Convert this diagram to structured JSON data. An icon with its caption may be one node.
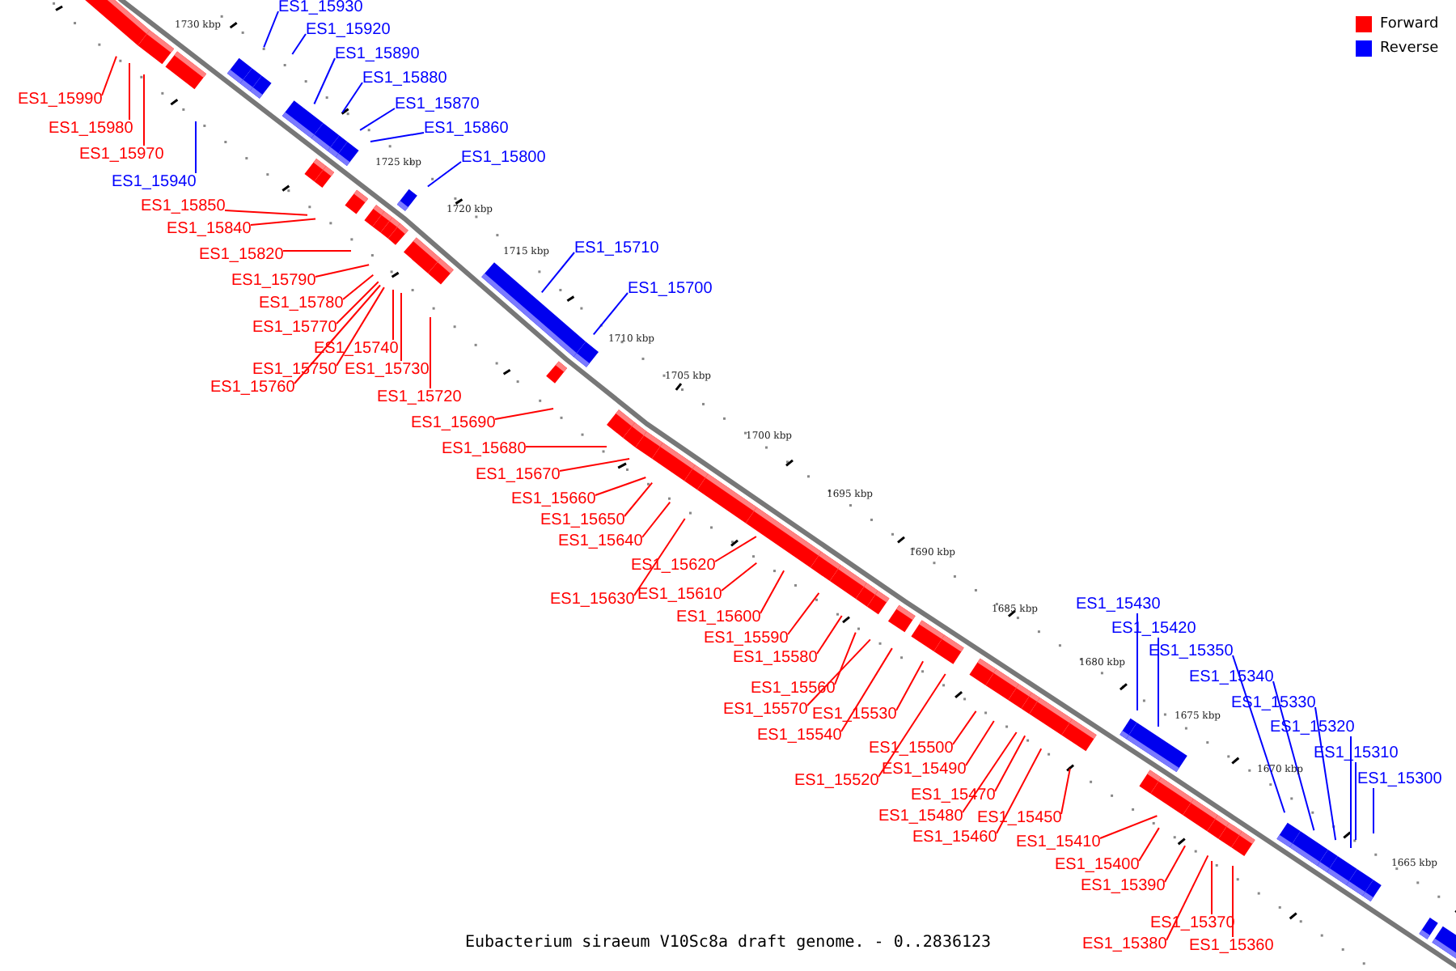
{
  "diagram": {
    "caption": "Eubacterium siraeum V10Sc8a draft genome. - 0..2836123",
    "nodes": [
      {
        "text": [
          "ES1_15990"
        ]
      },
      {
        "text": [
          "ES1_15980"
        ]
      },
      {
        "text": [
          "ES1_15970"
        ]
      },
      {
        "text": [
          "ES1_15940"
        ]
      },
      {
        "text": [
          "ES1_15850"
        ]
      },
      {
        "text": [
          "ES1_15840"
        ]
      },
      {
        "text": [
          "ES1_15820"
        ]
      },
      {
        "text": [
          "ES1_15790"
        ]
      },
      {
        "text": [
          "ES1_15780"
        ]
      },
      {
        "text": [
          "ES1_15770"
        ]
      },
      {
        "text": [
          "ES1_15740"
        ]
      },
      {
        "text": [
          "ES1_15750"
        ]
      },
      {
        "text": [
          "ES1_15730"
        ]
      },
      {
        "text": [
          "ES1_15760"
        ]
      },
      {
        "text": [
          "ES1_15720"
        ]
      },
      {
        "text": [
          "ES1_15690"
        ]
      },
      {
        "text": [
          "ES1_15680"
        ]
      },
      {
        "text": [
          "ES1_15670"
        ]
      },
      {
        "text": [
          "ES1_15660"
        ]
      },
      {
        "text": [
          "ES1_15650"
        ]
      },
      {
        "text": [
          "ES1_15640"
        ]
      },
      {
        "text": [
          "ES1_15620"
        ]
      },
      {
        "text": [
          "ES1_15630"
        ]
      },
      {
        "text": [
          "ES1_15610"
        ]
      },
      {
        "text": [
          "ES1_15600"
        ]
      },
      {
        "text": [
          "ES1_15590"
        ]
      },
      {
        "text": [
          "ES1_15580"
        ]
      },
      {
        "text": [
          "ES1_15560"
        ]
      },
      {
        "text": [
          "ES1_15570"
        ]
      },
      {
        "text": [
          "ES1_15530"
        ]
      },
      {
        "text": [
          "ES1_15540"
        ]
      },
      {
        "text": [
          "ES1_15500"
        ]
      },
      {
        "text": [
          "ES1_15490"
        ]
      },
      {
        "text": [
          "ES1_15520"
        ]
      },
      {
        "text": [
          "ES1_15470"
        ]
      },
      {
        "text": [
          "ES1_15480"
        ]
      },
      {
        "text": [
          "ES1_15450"
        ]
      },
      {
        "text": [
          "ES1_15460"
        ]
      },
      {
        "text": [
          "ES1_15410"
        ]
      },
      {
        "text": [
          "ES1_15400"
        ]
      },
      {
        "text": [
          "ES1_15390"
        ]
      },
      {
        "text": [
          "ES1_15370"
        ]
      },
      {
        "text": [
          "ES1_15380"
        ]
      },
      {
        "text": [
          "ES1_15360"
        ]
      },
      {
        "text": [
          "ES1_15930"
        ]
      },
      {
        "text": [
          "ES1_15920"
        ]
      },
      {
        "text": [
          "ES1_15890"
        ]
      },
      {
        "text": [
          "ES1_15880"
        ]
      },
      {
        "text": [
          "ES1_15870"
        ]
      },
      {
        "text": [
          "ES1_15860"
        ]
      },
      {
        "text": [
          "ES1_15800"
        ]
      },
      {
        "text": [
          "ES1_15710"
        ]
      },
      {
        "text": [
          "ES1_15700"
        ]
      },
      {
        "text": [
          "ES1_15430"
        ]
      },
      {
        "text": [
          "ES1_15420"
        ]
      },
      {
        "text": [
          "ES1_15350"
        ]
      },
      {
        "text": [
          "ES1_15340"
        ]
      },
      {
        "text": [
          "ES1_15330"
        ]
      },
      {
        "text": [
          "ES1_15320"
        ]
      },
      {
        "text": [
          "ES1_15310"
        ]
      },
      {
        "text": [
          "ES1_15300"
        ]
      }
    ],
    "edges": [
      {
        "from": 0,
        "to": null,
        "arrow": "none"
      },
      {
        "from": 1,
        "to": null,
        "arrow": "none"
      },
      {
        "from": 2,
        "to": null,
        "arrow": "none"
      },
      {
        "from": 3,
        "to": null,
        "arrow": "none",
        "color": "#0000ff"
      },
      {
        "from": 4,
        "to": null,
        "arrow": "none"
      },
      {
        "from": 5,
        "to": null,
        "arrow": "none"
      },
      {
        "from": 6,
        "to": null,
        "arrow": "none"
      },
      {
        "from": 7,
        "to": null,
        "arrow": "none"
      },
      {
        "from": 8,
        "to": null,
        "arrow": "none"
      },
      {
        "from": 9,
        "to": null,
        "arrow": "none"
      },
      {
        "from": 10,
        "to": null,
        "arrow": "none"
      },
      {
        "from": 11,
        "to": null,
        "arrow": "none"
      },
      {
        "from": 12,
        "to": null,
        "arrow": "none"
      },
      {
        "from": 13,
        "to": null,
        "arrow": "none"
      },
      {
        "from": 14,
        "to": null,
        "arrow": "none"
      },
      {
        "from": 15,
        "to": null,
        "arrow": "none"
      },
      {
        "from": 16,
        "to": null,
        "arrow": "none"
      },
      {
        "from": 17,
        "to": null,
        "arrow": "none"
      },
      {
        "from": 18,
        "to": null,
        "arrow": "none"
      },
      {
        "from": 19,
        "to": null,
        "arrow": "none"
      },
      {
        "from": 20,
        "to": null,
        "arrow": "none"
      },
      {
        "from": 21,
        "to": null,
        "arrow": "none"
      },
      {
        "from": 22,
        "to": null,
        "arrow": "none"
      },
      {
        "from": 23,
        "to": null,
        "arrow": "none"
      },
      {
        "from": 24,
        "to": null,
        "arrow": "none"
      },
      {
        "from": 25,
        "to": null,
        "arrow": "none"
      },
      {
        "from": 26,
        "to": null,
        "arrow": "none"
      },
      {
        "from": 27,
        "to": null,
        "arrow": "none"
      },
      {
        "from": 28,
        "to": null,
        "arrow": "none"
      },
      {
        "from": 29,
        "to": null,
        "arrow": "none"
      },
      {
        "from": 30,
        "to": null,
        "arrow": "none"
      },
      {
        "from": 31,
        "to": null,
        "arrow": "none"
      },
      {
        "from": 32,
        "to": null,
        "arrow": "none"
      },
      {
        "from": 33,
        "to": null,
        "arrow": "none"
      },
      {
        "from": 34,
        "to": null,
        "arrow": "none"
      },
      {
        "from": 35,
        "to": null,
        "arrow": "none"
      },
      {
        "from": 36,
        "to": null,
        "arrow": "none"
      },
      {
        "from": 37,
        "to": null,
        "arrow": "none"
      },
      {
        "from": 38,
        "to": null,
        "arrow": "none"
      },
      {
        "from": 39,
        "to": null,
        "arrow": "none"
      },
      {
        "from": 40,
        "to": null,
        "arrow": "none"
      },
      {
        "from": 41,
        "to": null,
        "arrow": "none"
      },
      {
        "from": 42,
        "to": null,
        "arrow": "none"
      },
      {
        "from": 43,
        "to": null,
        "arrow": "none"
      },
      {
        "from": 44,
        "to": null,
        "arrow": "none",
        "color": "#0000ff"
      },
      {
        "from": 45,
        "to": null,
        "arrow": "none",
        "color": "#0000ff"
      },
      {
        "from": 46,
        "to": null,
        "arrow": "none",
        "color": "#0000ff"
      },
      {
        "from": 47,
        "to": null,
        "arrow": "none",
        "color": "#0000ff"
      },
      {
        "from": 48,
        "to": null,
        "arrow": "none",
        "color": "#0000ff"
      },
      {
        "from": 49,
        "to": null,
        "arrow": "none",
        "color": "#0000ff"
      },
      {
        "from": 50,
        "to": null,
        "arrow": "none",
        "color": "#0000ff"
      },
      {
        "from": 51,
        "to": null,
        "arrow": "none",
        "color": "#0000ff"
      },
      {
        "from": 52,
        "to": null,
        "arrow": "none",
        "color": "#0000ff"
      },
      {
        "from": 53,
        "to": null,
        "arrow": "none",
        "color": "#0000ff"
      },
      {
        "from": 54,
        "to": null,
        "arrow": "none",
        "color": "#0000ff"
      },
      {
        "from": 55,
        "to": null,
        "arrow": "none",
        "color": "#0000ff"
      },
      {
        "from": 56,
        "to": null,
        "arrow": "none",
        "color": "#0000ff"
      },
      {
        "from": 57,
        "to": null,
        "arrow": "none",
        "color": "#0000ff"
      },
      {
        "from": 58,
        "to": null,
        "arrow": "none",
        "color": "#0000ff"
      },
      {
        "from": 59,
        "to": null,
        "arrow": "none",
        "color": "#0000ff"
      },
      {
        "from": 60,
        "to": null,
        "arrow": "none",
        "color": "#0000ff"
      }
    ],
    "labels": [
      "1730 kbp",
      "1725 kbp",
      "1720 kbp",
      "1715 kbp",
      "1710 kbp",
      "1705 kbp",
      "1700 kbp",
      "1695 kbp",
      "1690 kbp",
      "1685 kbp",
      "1680 kbp",
      "1675 kbp",
      "1670 kbp",
      "1665 kbp"
    ],
    "legend": [
      {
        "text": "Forward",
        "color": "#ff0000"
      },
      {
        "text": "Reverse",
        "color": "#0000ff"
      }
    ]
  }
}
